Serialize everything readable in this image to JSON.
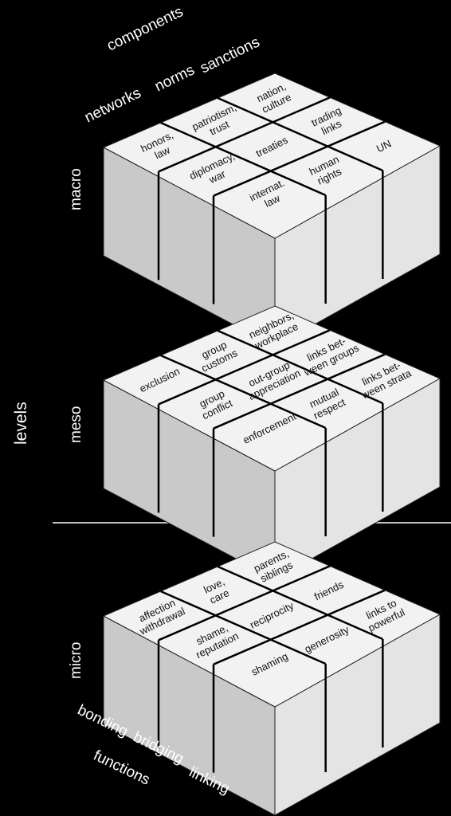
{
  "axes": {
    "components_title": "components",
    "components": [
      "networks",
      "norms",
      "sanctions"
    ],
    "levels_title": "levels",
    "functions_title": "functions",
    "functions": [
      "bonding",
      "bridging",
      "linking"
    ]
  },
  "levels": [
    {
      "name": "macro",
      "cells": [
        [
          "nation,\nculture",
          "patriotism,\ntrust",
          "honors,\nlaw"
        ],
        [
          "trading\nlinks",
          "treaties",
          "diplomacy,\nwar"
        ],
        [
          "UN",
          "human\nrights",
          "internat.\nlaw"
        ]
      ]
    },
    {
      "name": "meso",
      "cells": [
        [
          "neighbors,\nworkplace",
          "group\ncustoms",
          "exclusion"
        ],
        [
          "links bet-\nween groups",
          "out-group\nappreciation",
          "group\nconflict"
        ],
        [
          "links bet-\nween strata",
          "mutual\nrespect",
          "enforcement"
        ]
      ]
    },
    {
      "name": "micro",
      "cells": [
        [
          "parents,\nsiblings",
          "love,\ncare",
          "affection\nwithdrawal"
        ],
        [
          "friends",
          "reciprocity",
          "shame,\nreputation"
        ],
        [
          "links to\npowerful",
          "generosity",
          "shaming"
        ]
      ]
    }
  ]
}
